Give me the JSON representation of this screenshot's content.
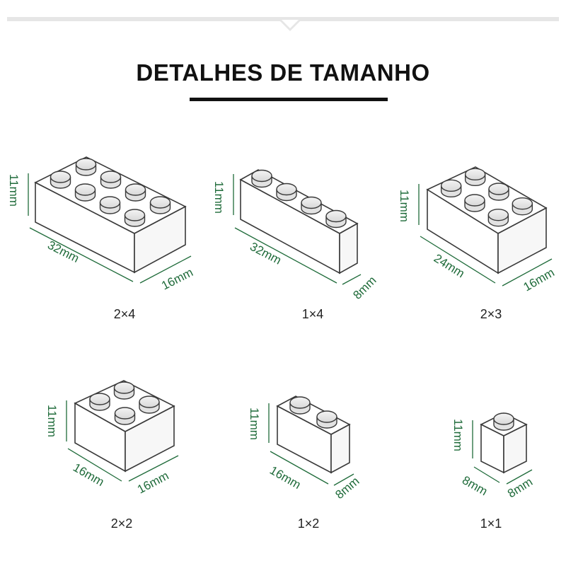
{
  "title": "DETALHES DE TAMANHO",
  "colors": {
    "dimension": "#1f6b3a",
    "outline": "#3a3a3a",
    "title": "#111111"
  },
  "bricks": [
    {
      "label": "2×4",
      "height": "11mm",
      "length": "32mm",
      "width": "16mm",
      "rows": 2,
      "cols": 4
    },
    {
      "label": "1×4",
      "height": "11mm",
      "length": "32mm",
      "width": "8mm",
      "rows": 1,
      "cols": 4
    },
    {
      "label": "2×3",
      "height": "11mm",
      "length": "24mm",
      "width": "16mm",
      "rows": 2,
      "cols": 3
    },
    {
      "label": "2×2",
      "height": "11mm",
      "length": "16mm",
      "width": "16mm",
      "rows": 2,
      "cols": 2
    },
    {
      "label": "1×2",
      "height": "11mm",
      "length": "16mm",
      "width": "8mm",
      "rows": 1,
      "cols": 2
    },
    {
      "label": "1×1",
      "height": "11mm",
      "length": "8mm",
      "width": "8mm",
      "rows": 1,
      "cols": 1
    }
  ]
}
